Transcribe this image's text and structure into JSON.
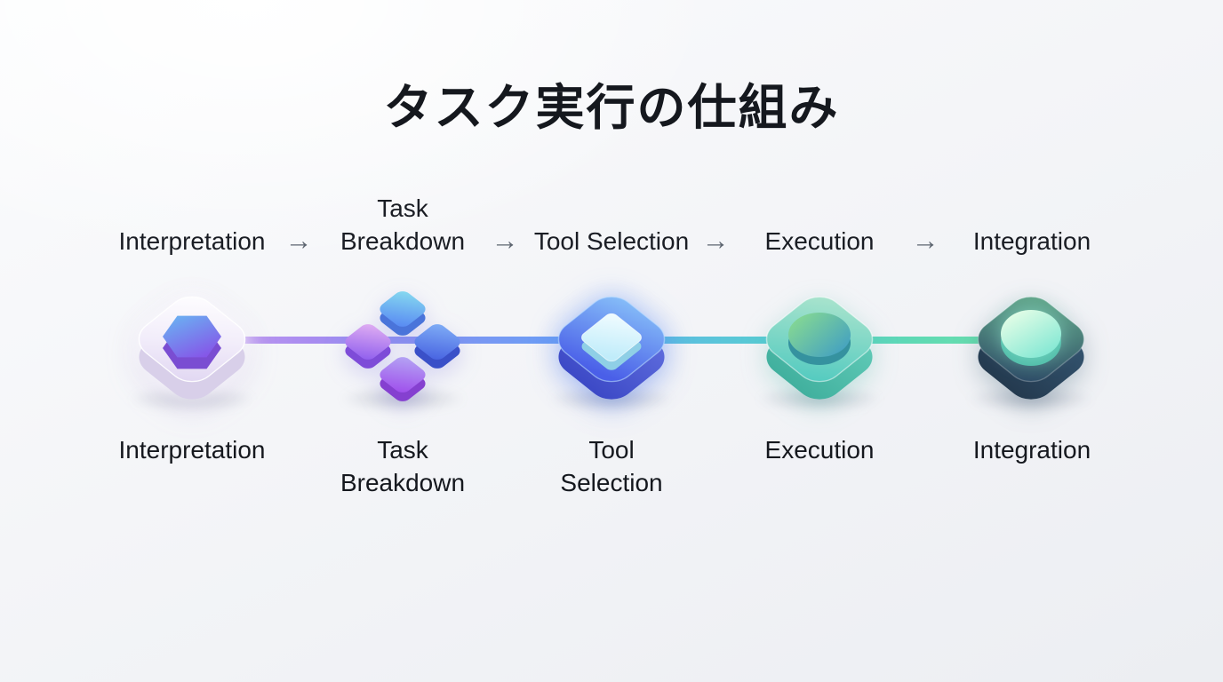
{
  "title": "タスク実行の仕組み",
  "flow": {
    "arrow_glyph": "→",
    "steps": [
      {
        "id": "interpretation",
        "label": "Interpretation",
        "icon": "hexagon-tile-icon",
        "accent": "#8a5ae8"
      },
      {
        "id": "task-breakdown",
        "label": "Task Breakdown",
        "icon": "four-tiles-icon",
        "accent": "#9362ee"
      },
      {
        "id": "tool-selection",
        "label": "Tool Selection",
        "icon": "square-tile-icon",
        "accent": "#4a60e8"
      },
      {
        "id": "execution",
        "label": "Execution",
        "icon": "ellipse-button-icon",
        "accent": "#55cbc0"
      },
      {
        "id": "integration",
        "label": "Integration",
        "icon": "glowing-circle-icon",
        "accent": "#2e4c67"
      }
    ]
  },
  "colors": {
    "title_text": "#15181e",
    "label_text": "#1a1d24",
    "arrow": "#5d6570",
    "connector_gradient": [
      "#c79eee",
      "#7f95f2",
      "#6d9df5",
      "#57cdd2",
      "#6fe2ac"
    ]
  }
}
